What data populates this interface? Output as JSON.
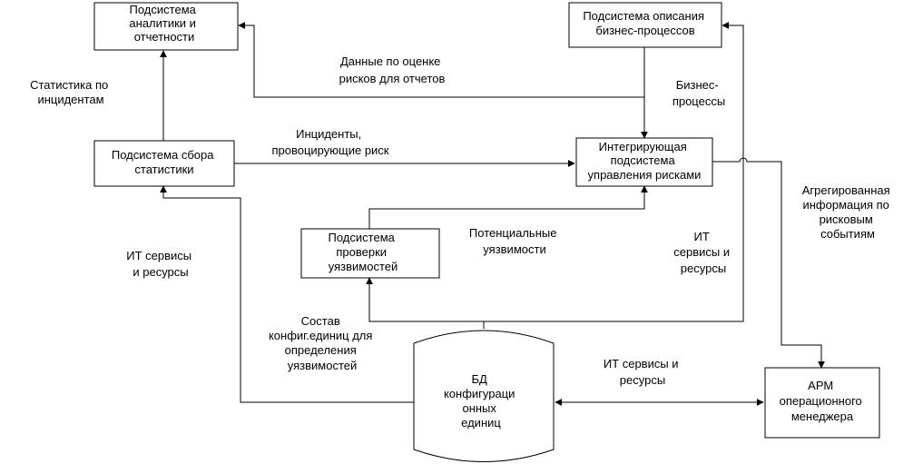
{
  "nodes": {
    "analytics": [
      "Подсистема",
      "аналитики и",
      "отчетности"
    ],
    "bpm": [
      "Подсистема описания",
      "бизнес-процессов"
    ],
    "stats": [
      "Подсистема сбора",
      "статистики"
    ],
    "integr": [
      "Интегрирующая",
      "подсистема",
      "управления рисками"
    ],
    "vuln": [
      "Подсистема",
      "проверки",
      "уязвимостей"
    ],
    "db": [
      "БД",
      "конфигураци",
      "онных",
      "единиц"
    ],
    "arm": [
      "АРМ",
      "операционного",
      "менеджера"
    ]
  },
  "edges": {
    "stats_incidents": [
      "Статистика по",
      "инцидентам"
    ],
    "risk_data": [
      "Данные по оценке",
      "рисков для отчетов"
    ],
    "business_processes": [
      "Бизнес-",
      "процессы"
    ],
    "incidents_risk": [
      "Инциденты,",
      "провоцирующие риск"
    ],
    "aggregated": [
      "Агрегированная",
      "информация по",
      "рисковым",
      "событиям"
    ],
    "potential_vuln": [
      "Потенциальные",
      "уязвимости"
    ],
    "it_left": [
      "ИТ сервисы",
      "и ресурсы"
    ],
    "it_right": [
      "ИТ",
      "сервисы и",
      "ресурсы"
    ],
    "config_set": [
      "Состав",
      "конфиг.единиц для",
      "определения",
      "уязвимостей"
    ],
    "it_bottom": [
      "ИТ сервисы и",
      "ресурсы"
    ]
  }
}
